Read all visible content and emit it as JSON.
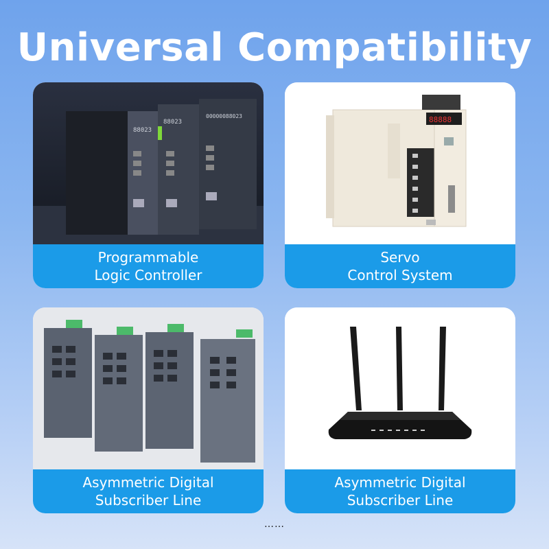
{
  "header": {
    "title": "Universal Compatibility"
  },
  "cards": [
    {
      "line1": "Programmable",
      "line2": "Logic Controller",
      "image": "plc-modules-photo"
    },
    {
      "line1": "Servo",
      "line2": "Control System",
      "image": "servo-drive-photo"
    },
    {
      "line1": "Asymmetric Digital",
      "line2": "Subscriber Line",
      "image": "industrial-switches-photo"
    },
    {
      "line1": "Asymmetric Digital",
      "line2": "Subscriber Line",
      "image": "wifi-router-photo"
    }
  ],
  "footer": {
    "ellipsis": "……"
  },
  "colors": {
    "label_bg": "#1b9be8",
    "title": "#ffffff",
    "background_top": "#6fa3ec"
  }
}
